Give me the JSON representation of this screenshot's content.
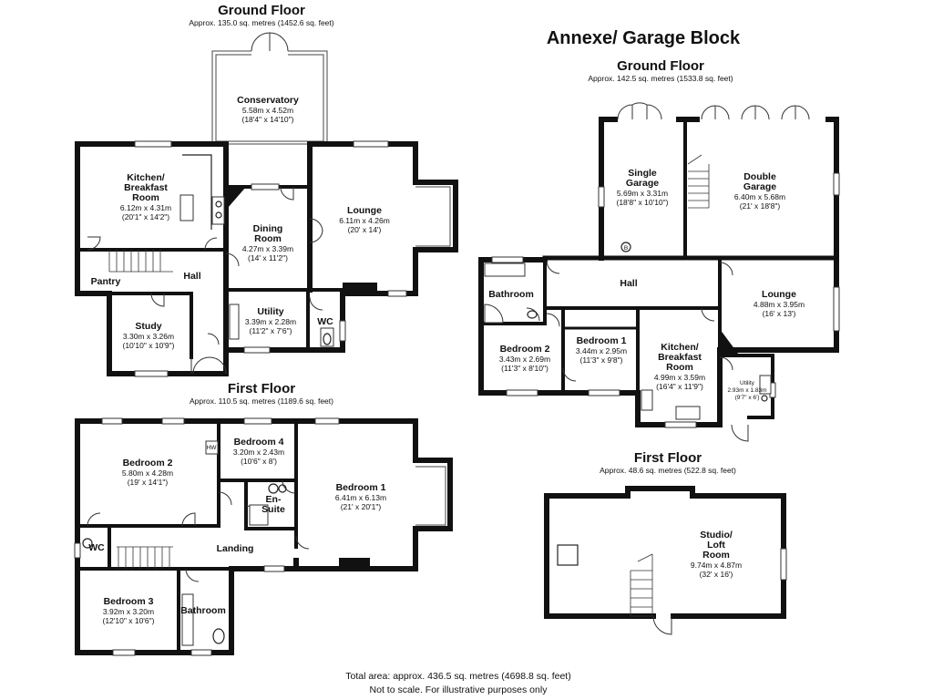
{
  "main_house": {
    "ground_floor": {
      "title": "Ground Floor",
      "area": "Approx. 135.0 sq. metres (1452.6 sq. feet)",
      "rooms": {
        "conservatory": {
          "name": [
            "Conservatory"
          ],
          "metric": "5.58m x 4.52m",
          "imperial": "(18'4\" x 14'10\")"
        },
        "kitchen": {
          "name": [
            "Kitchen/",
            "Breakfast",
            "Room"
          ],
          "metric": "6.12m x 4.31m",
          "imperial": "(20'1\" x 14'2\")"
        },
        "dining": {
          "name": [
            "Dining",
            "Room"
          ],
          "metric": "4.27m x 3.39m",
          "imperial": "(14' x 11'2\")"
        },
        "lounge": {
          "name": [
            "Lounge"
          ],
          "metric": "6.11m x 4.26m",
          "imperial": "(20' x 14')"
        },
        "pantry": {
          "name": [
            "Pantry"
          ]
        },
        "hall": {
          "name": [
            "Hall"
          ]
        },
        "study": {
          "name": [
            "Study"
          ],
          "metric": "3.30m x 3.26m",
          "imperial": "(10'10\" x 10'9\")"
        },
        "utility": {
          "name": [
            "Utility"
          ],
          "metric": "3.39m x 2.28m",
          "imperial": "(11'2\" x 7'6\")"
        },
        "wc": {
          "name": [
            "WC"
          ]
        }
      }
    },
    "first_floor": {
      "title": "First Floor",
      "area": "Approx. 110.5 sq. metres (1189.6 sq. feet)",
      "rooms": {
        "bedroom2": {
          "name": [
            "Bedroom 2"
          ],
          "metric": "5.80m x 4.28m",
          "imperial": "(19' x 14'1\")"
        },
        "bedroom4": {
          "name": [
            "Bedroom 4"
          ],
          "metric": "3.20m x 2.43m",
          "imperial": "(10'6\" x 8')"
        },
        "bedroom1": {
          "name": [
            "Bedroom 1"
          ],
          "metric": "6.41m x 6.13m",
          "imperial": "(21' x 20'1\")"
        },
        "ensuite": {
          "name": [
            "En-",
            "Suite"
          ]
        },
        "wc": {
          "name": [
            "WC"
          ]
        },
        "landing": {
          "name": [
            "Landing"
          ]
        },
        "bedroom3": {
          "name": [
            "Bedroom 3"
          ],
          "metric": "3.92m x 3.20m",
          "imperial": "(12'10\" x 10'6\")"
        },
        "bathroom": {
          "name": [
            "Bathroom"
          ]
        }
      }
    }
  },
  "annexe": {
    "title": "Annexe/ Garage Block",
    "ground_floor": {
      "title": "Ground Floor",
      "area": "Approx. 142.5 sq. metres (1533.8 sq. feet)",
      "rooms": {
        "single_garage": {
          "name": [
            "Single",
            "Garage"
          ],
          "metric": "5.69m x 3.31m",
          "imperial": "(18'8\" x 10'10\")"
        },
        "double_garage": {
          "name": [
            "Double",
            "Garage"
          ],
          "metric": "6.40m x 5.68m",
          "imperial": "(21' x 18'8\")"
        },
        "hall": {
          "name": [
            "Hall"
          ]
        },
        "bathroom": {
          "name": [
            "Bathroom"
          ]
        },
        "lounge": {
          "name": [
            "Lounge"
          ],
          "metric": "4.88m x 3.95m",
          "imperial": "(16' x 13')"
        },
        "bedroom1": {
          "name": [
            "Bedroom 1"
          ],
          "metric": "3.44m x 2.95m",
          "imperial": "(11'3\" x 9'8\")"
        },
        "bedroom2": {
          "name": [
            "Bedroom 2"
          ],
          "metric": "3.43m x 2.69m",
          "imperial": "(11'3\" x 8'10\")"
        },
        "kitchen": {
          "name": [
            "Kitchen/",
            "Breakfast",
            "Room"
          ],
          "metric": "4.99m x 3.59m",
          "imperial": "(16'4\" x 11'9\")"
        },
        "utility": {
          "name": [
            "Utility"
          ],
          "metric": "2.93m x 1.83m",
          "imperial": "(9'7\" x 6')"
        }
      },
      "boiler_marker": "B"
    },
    "first_floor": {
      "title": "First Floor",
      "area": "Approx. 48.6 sq. metres (522.8 sq. feet)",
      "rooms": {
        "studio": {
          "name": [
            "Studio/",
            "Loft",
            "Room"
          ],
          "metric": "9.74m x 4.87m",
          "imperial": "(32' x 16')"
        }
      }
    }
  },
  "fixtures": {
    "cylinder_label": "HW"
  },
  "footer": {
    "total_area": "Total area: approx. 436.5 sq. metres (4698.8 sq. feet)",
    "disclaimer": "Not to scale. For illustrative purposes only"
  }
}
